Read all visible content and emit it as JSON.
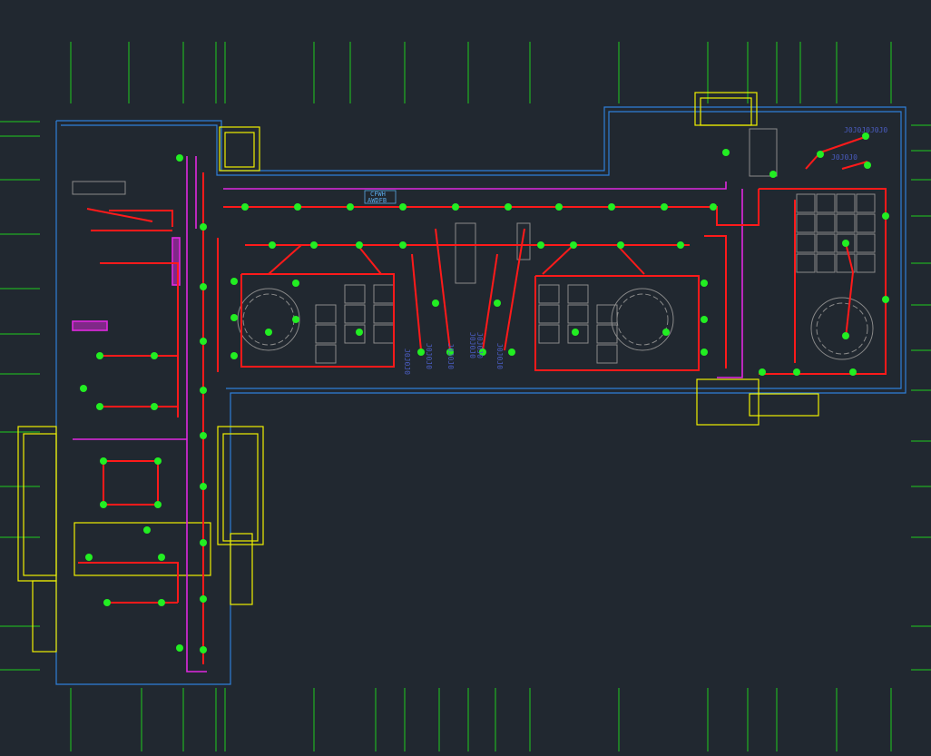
{
  "drawing": {
    "type": "electrical lighting floor plan (CAD viewport)",
    "colors": {
      "background": "#212830",
      "gridlines": "#1ecc1e",
      "walls": "#2f7fd8",
      "wiring": "#ff1a1a",
      "feeder": "#e028e0",
      "fixtures": "#22ee22",
      "doors": "#f0f000",
      "furniture": "#8a8a8a",
      "tags": "#4a5cc0",
      "labels": "#5aa8e6"
    },
    "labels": {
      "panel_a": "CFWH",
      "panel_b": "AWDFB"
    },
    "device_tags": [
      "J0J0J0",
      "J0J0J0",
      "J0J0J0",
      "J0J0J0",
      "J0J0J0",
      "J0J0J0",
      "J0J0J0J0J0",
      "J0J0J0"
    ]
  }
}
